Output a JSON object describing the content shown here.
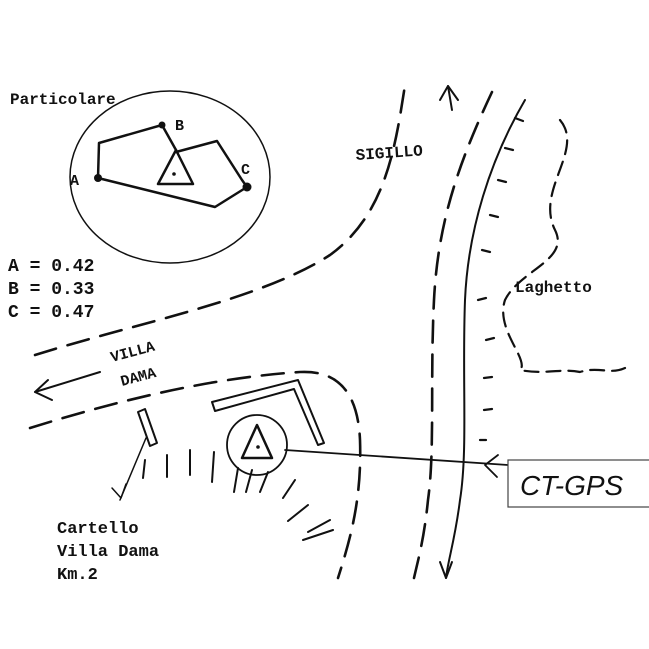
{
  "detail": {
    "title": "Particolare",
    "points": [
      {
        "label": "A",
        "value": "0.42"
      },
      {
        "label": "B",
        "value": "0.33"
      },
      {
        "label": "C",
        "value": "0.47"
      }
    ],
    "value_lines": [
      "A = 0.42",
      "B = 0.33",
      "C = 0.47"
    ]
  },
  "labels": {
    "road_north": "SIGILLO",
    "road_west_line1": "VILLA",
    "road_west_line2": "DAMA",
    "lake": "Laghetto",
    "sign_line1": "Cartello",
    "sign_line2": "Villa Dama",
    "sign_line3": "Km.2",
    "station": "CT-GPS"
  },
  "colors": {
    "ink": "#111111",
    "background": "#ffffff"
  }
}
